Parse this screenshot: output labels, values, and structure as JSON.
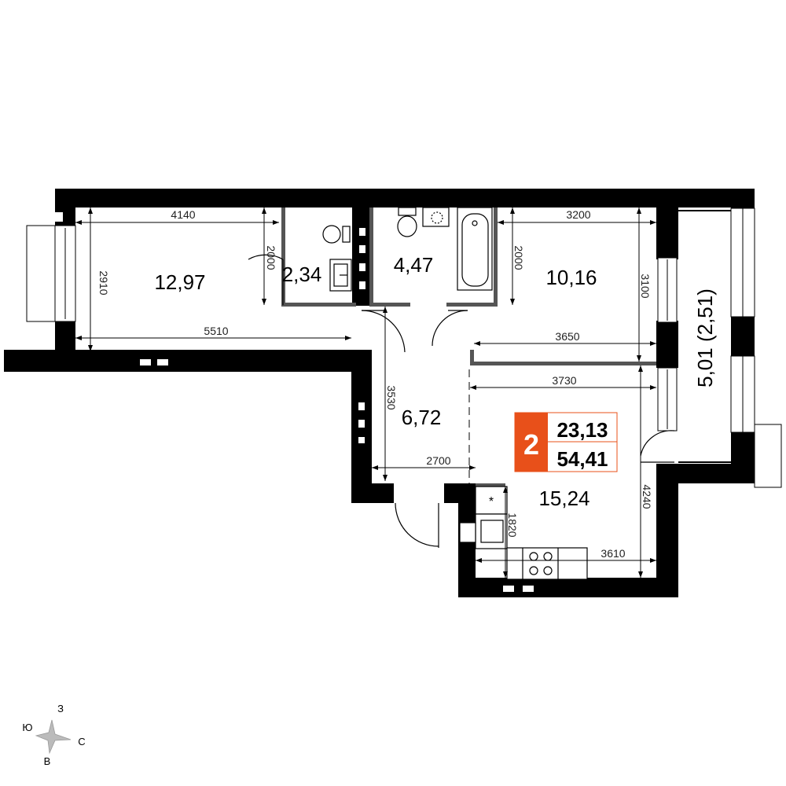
{
  "rooms": {
    "living_room_west": "12,97",
    "wc": "2,34",
    "bathroom": "4,47",
    "bedroom_east": "10,16",
    "hallway": "6,72",
    "kitchen": "15,24",
    "balcony": "5,01 (2,51)"
  },
  "dimensions": {
    "d4140": "4140",
    "d2910": "2910",
    "d5510": "5510",
    "d2000_wc": "2000",
    "d2000_bath": "2000",
    "d3200": "3200",
    "d3100": "3100",
    "d3650": "3650",
    "d3730": "3730",
    "d3530": "3530",
    "d2700": "2700",
    "d4240": "4240",
    "d1820": "1820",
    "d3610": "3610"
  },
  "summary": {
    "rooms_count": "2",
    "living_area": "23,13",
    "total_area": "54,41",
    "accent_color": "#e8501a"
  },
  "compass": {
    "north": "З",
    "west": "Ю",
    "east": "С",
    "south": "В"
  }
}
